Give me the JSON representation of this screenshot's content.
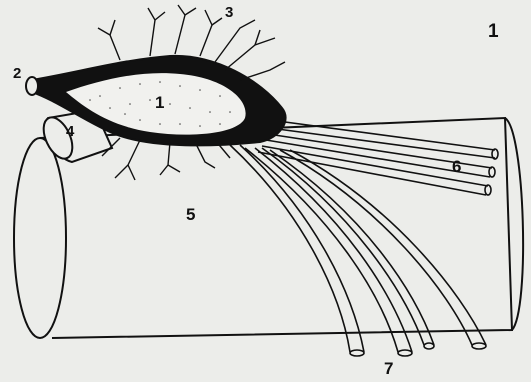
{
  "figure": {
    "number": "1"
  },
  "labels": {
    "l1": "1",
    "l2": "2",
    "l3": "3",
    "l4": "4",
    "l5": "5",
    "l6": "6",
    "l7": "7"
  },
  "colors": {
    "background": "#ecedea",
    "ink": "#111111",
    "stipple": "#f1f1ee"
  }
}
